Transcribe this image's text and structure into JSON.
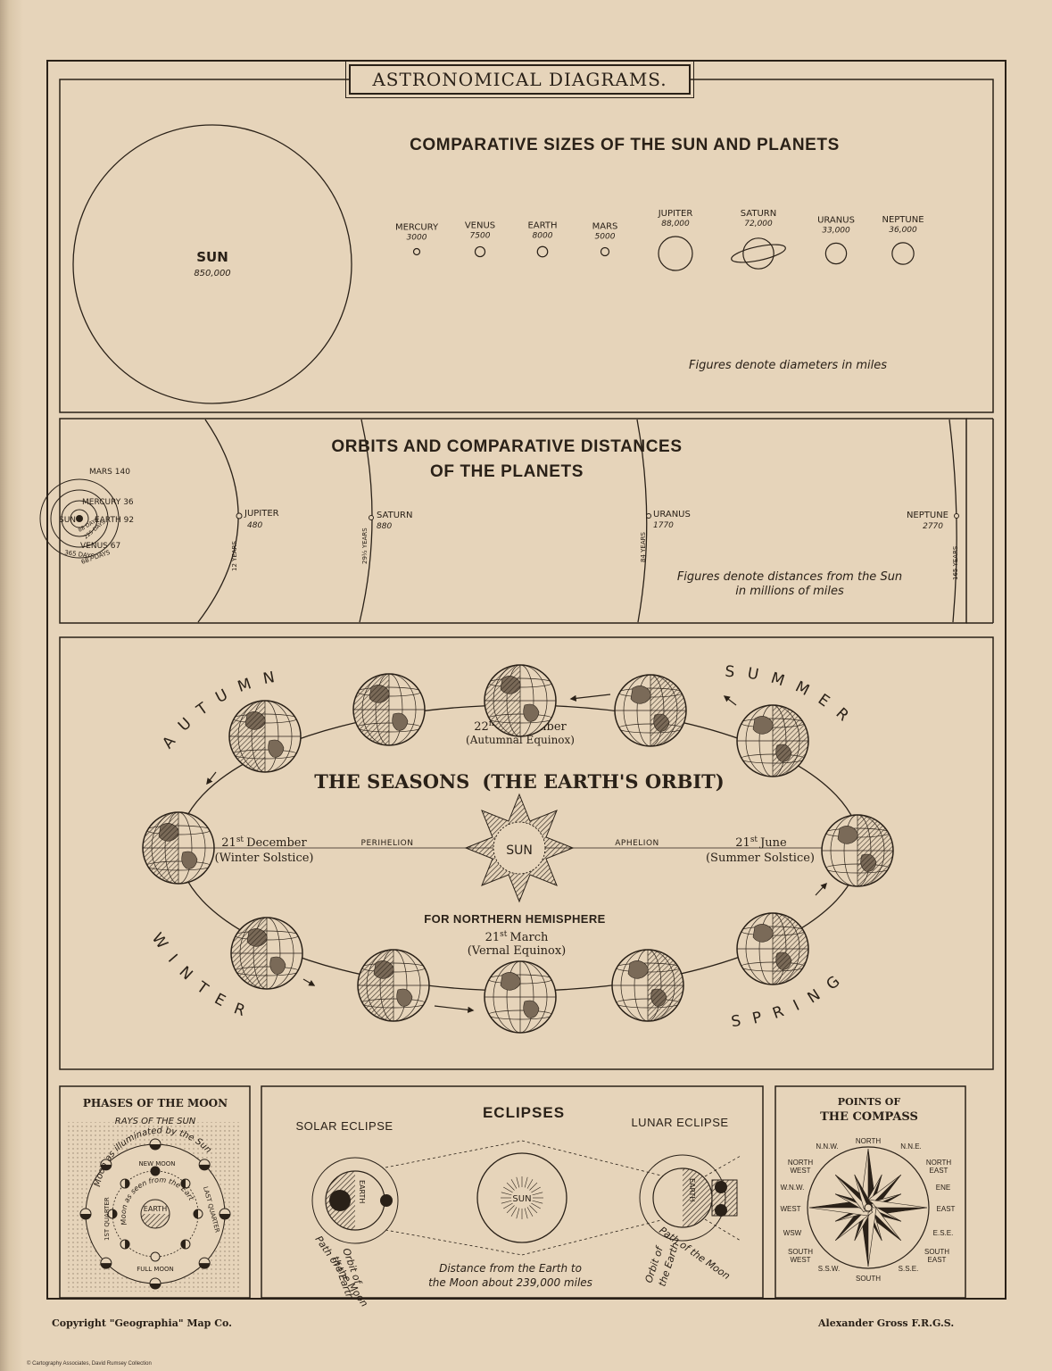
{
  "page": {
    "title": "ASTRONOMICAL DIAGRAMS.",
    "copyright": "Copyright \"Geographia\" Map Co.",
    "author": "Alexander Gross F.R.G.S.",
    "credit": "© Cartography Associates, David Rumsey Collection"
  },
  "sizes": {
    "title": "COMPARATIVE SIZES OF THE SUN AND PLANETS",
    "note": "Figures denote diameters in miles",
    "sun": {
      "name": "SUN",
      "diameter": "850,000",
      "diameter_miles": 850000
    },
    "planets": [
      {
        "name": "MERCURY",
        "diameter": "3000",
        "diameter_miles": 3000
      },
      {
        "name": "VENUS",
        "diameter": "7500",
        "diameter_miles": 7500
      },
      {
        "name": "EARTH",
        "diameter": "8000",
        "diameter_miles": 8000
      },
      {
        "name": "MARS",
        "diameter": "5000",
        "diameter_miles": 5000
      },
      {
        "name": "JUPITER",
        "diameter": "88,000",
        "diameter_miles": 88000
      },
      {
        "name": "SATURN",
        "diameter": "72,000",
        "diameter_miles": 72000
      },
      {
        "name": "URANUS",
        "diameter": "33,000",
        "diameter_miles": 33000
      },
      {
        "name": "NEPTUNE",
        "diameter": "36,000",
        "diameter_miles": 36000
      }
    ]
  },
  "orbits": {
    "title_line1": "ORBITS AND COMPARATIVE DISTANCES",
    "title_line2": "OF THE PLANETS",
    "note_line1": "Figures denote distances from the Sun",
    "note_line2": "in millions of miles",
    "inner_sun_label": "SUN",
    "inner": [
      {
        "name": "MARS",
        "distance": "140"
      },
      {
        "name": "MERCURY",
        "distance": "36"
      },
      {
        "name": "EARTH",
        "distance": "92"
      },
      {
        "name": "VENUS",
        "distance": "67"
      }
    ],
    "inner_periods": [
      "88 DAYS",
      "225 DAYS",
      "365 DAYS",
      "687 DAYS"
    ],
    "outer": [
      {
        "name": "JUPITER",
        "distance": "480",
        "period": "12 YEARS"
      },
      {
        "name": "SATURN",
        "distance": "880",
        "period": "29½ YEARS"
      },
      {
        "name": "URANUS",
        "distance": "1770",
        "period": "84 YEARS"
      },
      {
        "name": "NEPTUNE",
        "distance": "2770",
        "period": "165 YEARS"
      }
    ]
  },
  "seasons": {
    "title": "THE SEASONS",
    "subtitle": "(THE EARTH'S ORBIT)",
    "sun": "SUN",
    "perihelion": "PERIHELION",
    "aphelion": "APHELION",
    "hemisphere": "FOR NORTHERN HEMISPHERE",
    "sep": {
      "day": "22",
      "sup": "nd",
      "month": "September",
      "event": "(Autumnal Equinox)"
    },
    "dec": {
      "day": "21",
      "sup": "st",
      "month": "December",
      "event": "(Winter Solstice)"
    },
    "jun": {
      "day": "21",
      "sup": "st",
      "month": "June",
      "event": "(Summer Solstice)"
    },
    "mar": {
      "day": "21",
      "sup": "st",
      "month": "March",
      "event": "(Vernal Equinox)"
    },
    "season_names": {
      "autumn": "AUTUMN",
      "summer": "SUMMER",
      "winter": "WINTER",
      "spring": "SPRING"
    }
  },
  "moon": {
    "title": "PHASES OF THE MOON",
    "rays": "RAYS OF THE SUN",
    "outer_caption": "Moon as illuminated by the Sun",
    "inner_caption": "Moon as seen from the Earth",
    "earth": "EARTH",
    "new_moon": "NEW MOON",
    "full_moon": "FULL MOON",
    "first_quarter": "1ST QUARTER",
    "last_quarter": "LAST QUARTER"
  },
  "eclipses": {
    "title": "ECLIPSES",
    "solar": "SOLAR ECLIPSE",
    "lunar": "LUNAR ECLIPSE",
    "sun": "SUN",
    "earth": "EARTH",
    "path_moon": "Path of the Moon",
    "orbit_earth_1": "Orbit of",
    "orbit_earth_2": "the Earth",
    "note_line1": "Distance from the Earth to",
    "note_line2": "the Moon about 239,000 miles"
  },
  "compass": {
    "title_line1": "POINTS OF",
    "title_line2": "THE COMPASS",
    "north": "NORTH",
    "nnw": "N.N.W.",
    "nne": "N.N.E.",
    "northwest_1": "NORTH",
    "northwest_2": "WEST",
    "northeast_1": "NORTH",
    "northeast_2": "EAST",
    "wnw": "W.N.W.",
    "ene": "ENE",
    "west": "WEST",
    "east": "EAST",
    "wsw": "WSW",
    "ese": "E.S.E.",
    "southwest_1": "SOUTH",
    "southwest_2": "WEST",
    "southeast_1": "SOUTH",
    "southeast_2": "EAST",
    "ssw": "S.S.W.",
    "sse": "S.S.E.",
    "south": "SOUTH"
  }
}
